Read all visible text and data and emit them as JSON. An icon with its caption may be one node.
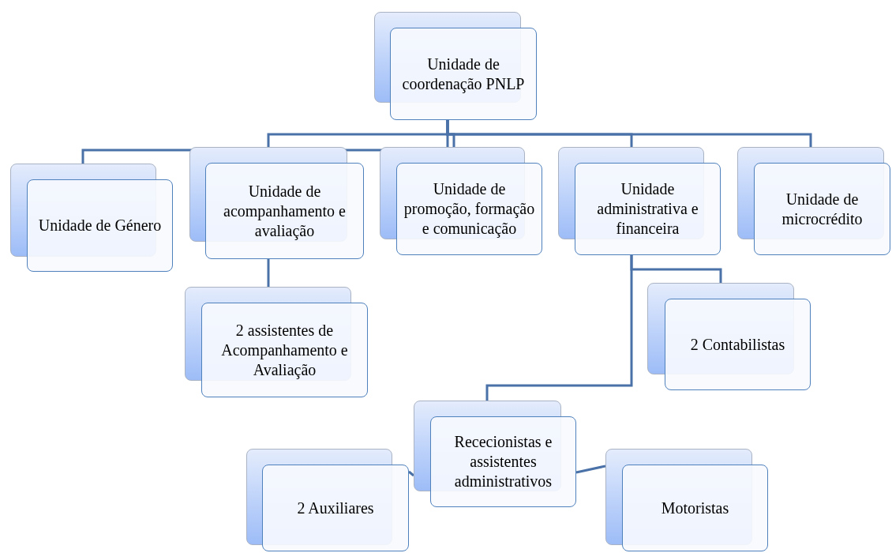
{
  "diagram": {
    "nodes": [
      {
        "text": [
          "Unidade de coordenação PNLP"
        ]
      },
      {
        "text": [
          "Unidade de Género"
        ]
      },
      {
        "text": [
          "Unidade de acompanhamento e avaliação"
        ]
      },
      {
        "text": [
          "Unidade de promoção, formação e comunicação"
        ]
      },
      {
        "text": [
          "Unidade administrativa e financeira"
        ]
      },
      {
        "text": [
          "Unidade de microcrédito"
        ]
      },
      {
        "text": [
          "2 assistentes de Acompanhamento e Avaliação"
        ]
      },
      {
        "text": [
          "2 Contabilistas"
        ]
      },
      {
        "text": [
          "Rececionistas e assistentes administrativos"
        ]
      },
      {
        "text": [
          "2 Auxiliares"
        ]
      },
      {
        "text": [
          "Motoristas"
        ]
      }
    ],
    "edges": [
      {
        "from": 0,
        "to": 1,
        "arrow": "none"
      },
      {
        "from": 0,
        "to": 2,
        "arrow": "none"
      },
      {
        "from": 0,
        "to": 3,
        "arrow": "none"
      },
      {
        "from": 0,
        "to": 4,
        "arrow": "none"
      },
      {
        "from": 0,
        "to": 5,
        "arrow": "none"
      },
      {
        "from": 2,
        "to": 6,
        "arrow": "none"
      },
      {
        "from": 4,
        "to": 7,
        "arrow": "none"
      },
      {
        "from": 4,
        "to": 8,
        "arrow": "none"
      },
      {
        "from": 8,
        "to": 9,
        "arrow": "none"
      },
      {
        "from": 8,
        "to": 10,
        "arrow": "none"
      }
    ]
  }
}
